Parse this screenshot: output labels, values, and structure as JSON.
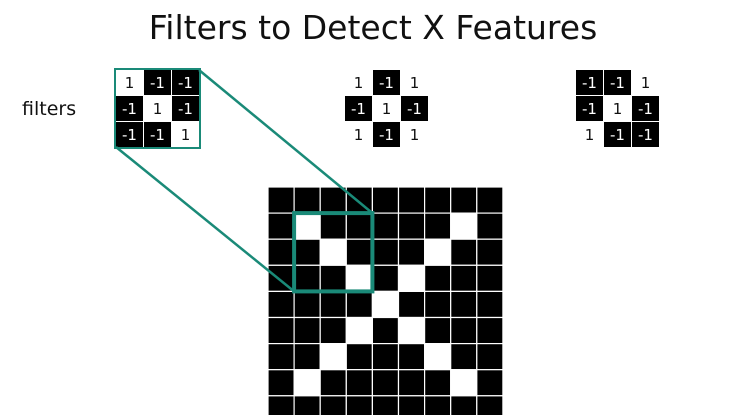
{
  "title": "Filters to Detect X Features",
  "filters_label": "filters",
  "filters": [
    [
      [
        "1",
        "-1",
        "-1"
      ],
      [
        "-1",
        "1",
        "-1"
      ],
      [
        "-1",
        "-1",
        "1"
      ]
    ],
    [
      [
        "1",
        "-1",
        "1"
      ],
      [
        "-1",
        "1",
        "-1"
      ],
      [
        "1",
        "-1",
        "1"
      ]
    ],
    [
      [
        "-1",
        "-1",
        "1"
      ],
      [
        "-1",
        "1",
        "-1"
      ],
      [
        "1",
        "-1",
        "-1"
      ]
    ]
  ],
  "image_grid": [
    [
      0,
      0,
      0,
      0,
      0,
      0,
      0,
      0,
      0
    ],
    [
      0,
      1,
      0,
      0,
      0,
      0,
      0,
      1,
      0
    ],
    [
      0,
      0,
      1,
      0,
      0,
      0,
      1,
      0,
      0
    ],
    [
      0,
      0,
      0,
      1,
      0,
      1,
      0,
      0,
      0
    ],
    [
      0,
      0,
      0,
      0,
      1,
      0,
      0,
      0,
      0
    ],
    [
      0,
      0,
      0,
      1,
      0,
      1,
      0,
      0,
      0
    ],
    [
      0,
      0,
      1,
      0,
      0,
      0,
      1,
      0,
      0
    ],
    [
      0,
      1,
      0,
      0,
      0,
      0,
      0,
      1,
      0
    ],
    [
      0,
      0,
      0,
      0,
      0,
      0,
      0,
      0,
      0
    ]
  ],
  "highlight": {
    "row": 1,
    "col": 1,
    "size": 3
  },
  "colors": {
    "highlight": "#1a8a78",
    "pixel_on": "#ffffff",
    "pixel_off": "#000000",
    "grid_line": "#ffffff"
  }
}
